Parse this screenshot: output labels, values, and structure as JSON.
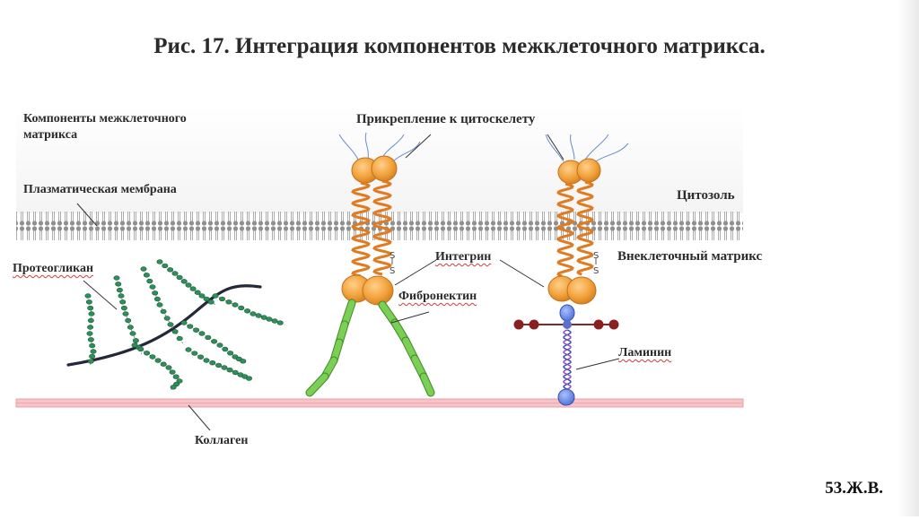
{
  "slide": {
    "title": "Рис. 17. Интеграция компонентов межклеточного матрикса.",
    "number": "53.Ж.В."
  },
  "labels": {
    "matrix_components_line1": "Компоненты межклеточного",
    "matrix_components_line2": "матрикса",
    "plasma_membrane": "Плазматическая мембрана",
    "cytoskeleton_attachment": "Прикрепление к цитоскелету",
    "cytosol": "Цитозоль",
    "extracellular_matrix": "Внеклеточный матрикс",
    "proteoglycan": "Протеогликан",
    "integrin": "Интегрин",
    "fibronectin": "Фибронектин",
    "laminin": "Ламинин",
    "collagen": "Коллаген",
    "disulfide_s1": "S",
    "disulfide_s2": "S",
    "disulfide_s3": "S",
    "disulfide_s4": "S"
  },
  "colors": {
    "integrin_orange": "#f0a03a",
    "integrin_dark": "#c8711a",
    "fibronectin_green": "#6fc24a",
    "proteoglycan_green": "#2f8f5a",
    "laminin_blue": "#5577d8",
    "laminin_red": "#8a1f1f",
    "collagen_pink": "#f3b9bd",
    "membrane_gray": "#9a9a9a"
  }
}
